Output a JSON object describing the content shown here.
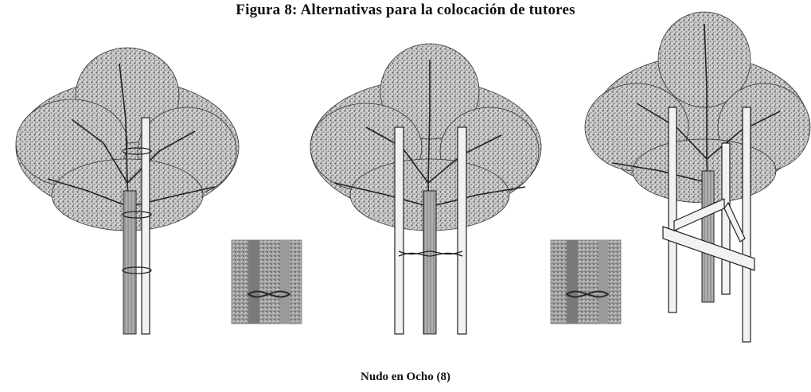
{
  "figure": {
    "title": "Figura 8:  Alternativas para la colocación de tutores",
    "caption": "Nudo en Ocho (8)"
  },
  "illustrations": [
    {
      "name": "tree-single-stake",
      "stakes": 1
    },
    {
      "name": "tree-two-stakes",
      "stakes": 2
    },
    {
      "name": "tree-three-stakes",
      "stakes": 3
    }
  ],
  "insets": [
    {
      "name": "figure-eight-knot-detail-1"
    },
    {
      "name": "figure-eight-knot-detail-2"
    }
  ]
}
